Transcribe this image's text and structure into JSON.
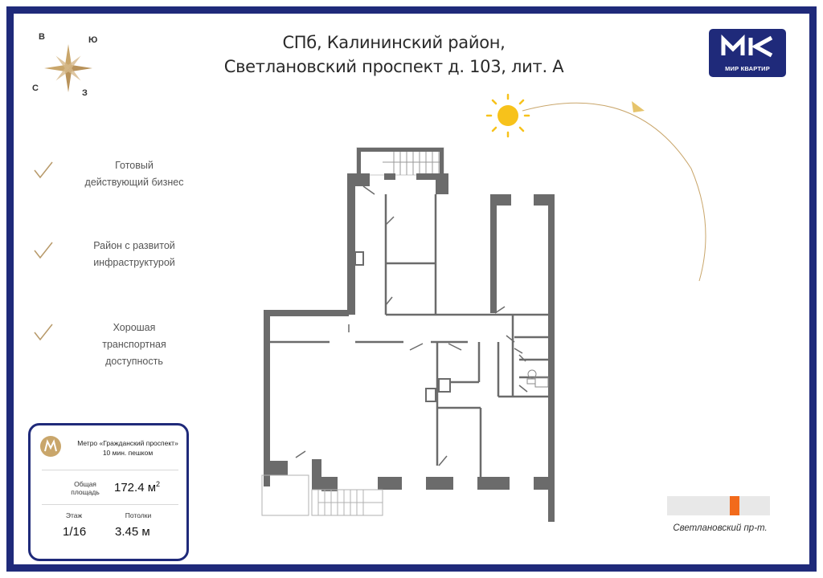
{
  "header": {
    "title_line1": "СПб, Калининский район,",
    "title_line2": "Светлановский проспект д. 103, лит. А"
  },
  "logo": {
    "icon": "mk-logo-icon",
    "text": "МИР КВАРТИР",
    "background": "#1f2a7a"
  },
  "compass": {
    "top": "В",
    "right": "Ю",
    "bottom_left": "С",
    "bottom_right": "З"
  },
  "features": [
    {
      "line1": "Готовый",
      "line2": "действующий бизнес"
    },
    {
      "line1": "Район с развитой",
      "line2": "инфраструктурой"
    },
    {
      "line1": "Хорошая транспортная",
      "line2": "доступность"
    }
  ],
  "info": {
    "metro_line1": "Метро «Гражданский проспект»",
    "metro_line2": "10 мин. пешком",
    "area_label_line1": "Общая",
    "area_label_line2": "площадь",
    "area_value": "172.4 м",
    "area_unit_sup": "2",
    "floor_label": "Этаж",
    "floor_value": "1/16",
    "ceiling_label": "Потолки",
    "ceiling_value": "3.45 м"
  },
  "street": {
    "label": "Светлановский пр-т.",
    "highlight_color": "#f26a1b"
  },
  "colors": {
    "frame": "#1f2a7a",
    "wall": "#6b6b6b",
    "accent_gold": "#c9a66b",
    "sun": "#f7c21b"
  }
}
